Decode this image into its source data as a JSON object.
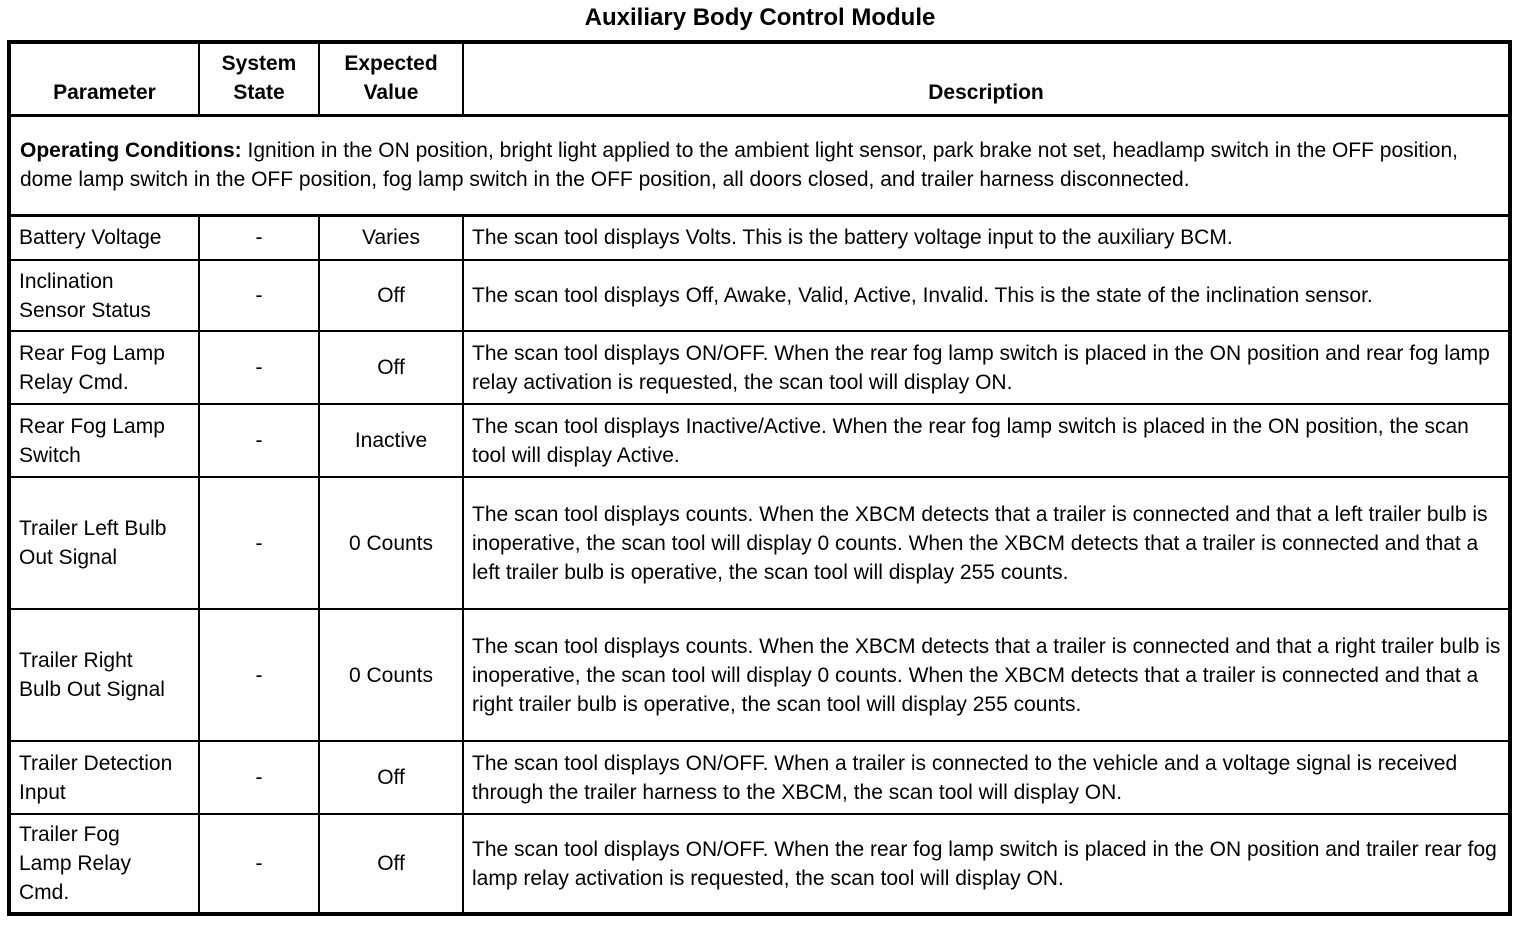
{
  "title": "Auxiliary Body Control Module",
  "table": {
    "headers": [
      "Parameter",
      "System State",
      "Expected Value",
      "Description"
    ],
    "operating_conditions": {
      "label": "Operating Conditions:",
      "text": "Ignition in the ON position, bright light applied to the ambient light sensor, park brake not set, headlamp switch in the OFF position, dome lamp switch in the OFF position, fog lamp switch in the OFF position, all doors closed, and trailer harness disconnected."
    },
    "rows": [
      {
        "parameter": "Battery Voltage",
        "system_state": "-",
        "expected_value": "Varies",
        "description": "The scan tool displays Volts. This is the battery voltage input to the auxiliary BCM."
      },
      {
        "parameter": "Inclination Sensor Status",
        "system_state": "-",
        "expected_value": "Off",
        "description": "The scan tool displays Off, Awake, Valid, Active, Invalid. This is the state of the inclination sensor."
      },
      {
        "parameter": "Rear Fog Lamp Relay Cmd.",
        "system_state": "-",
        "expected_value": "Off",
        "description": "The scan tool displays ON/OFF. When the rear fog lamp switch is placed in the ON position and rear fog lamp relay activation is requested, the scan tool will display ON."
      },
      {
        "parameter": "Rear Fog Lamp Switch",
        "system_state": "-",
        "expected_value": "Inactive",
        "description": "The scan tool displays Inactive/Active. When the rear fog lamp switch is placed in the ON position, the scan tool will display Active."
      },
      {
        "parameter": "Trailer Left Bulb Out Signal",
        "system_state": "-",
        "expected_value": "0 Counts",
        "description": "The scan tool displays counts. When the XBCM detects that a trailer is connected and that a left trailer bulb is inoperative, the scan tool will display 0 counts. When the XBCM detects that a trailer is connected and that a left trailer bulb is operative, the scan tool will display 255 counts."
      },
      {
        "parameter": "Trailer Right Bulb Out Signal",
        "system_state": "-",
        "expected_value": "0 Counts",
        "description": "The scan tool displays counts. When the XBCM detects that a trailer is connected and that a right trailer bulb is inoperative, the scan tool will display 0 counts. When the XBCM detects that a trailer is connected and that a right trailer bulb is operative, the scan tool will display 255 counts."
      },
      {
        "parameter": "Trailer Detection Input",
        "system_state": "-",
        "expected_value": "Off",
        "description": "The scan tool displays ON/OFF. When a trailer is connected to the vehicle and a voltage signal is received through the trailer harness to the XBCM, the scan tool will display ON."
      },
      {
        "parameter": "Trailer Fog Lamp Relay Cmd.",
        "system_state": "-",
        "expected_value": "Off",
        "description": "The scan tool displays ON/OFF. When the rear fog lamp switch is placed in the ON position and trailer rear fog lamp relay activation is requested, the scan tool will display ON."
      }
    ]
  }
}
